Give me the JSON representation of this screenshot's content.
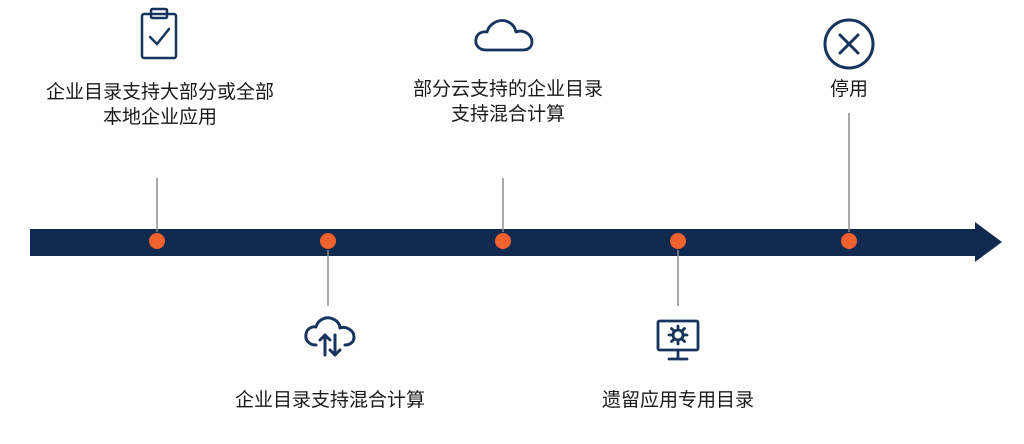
{
  "colors": {
    "timeline": "#0f2a4e",
    "milestone": "#f2622e",
    "connector": "#8c8c8c",
    "icon": "#17345e",
    "text": "#1a1a1a"
  },
  "milestones": [
    {
      "position": "top",
      "icon": "clipboard-check-icon",
      "line1": "企业目录支持大部分或全部",
      "line2": "本地企业应用"
    },
    {
      "position": "bottom",
      "icon": "cloud-sync-icon",
      "line1": "企业目录支持混合计算",
      "line2": ""
    },
    {
      "position": "top",
      "icon": "cloud-icon",
      "line1": "部分云支持的企业目录",
      "line2": "支持混合计算"
    },
    {
      "position": "bottom",
      "icon": "monitor-gear-icon",
      "line1": "遗留应用专用目录",
      "line2": ""
    },
    {
      "position": "top",
      "icon": "circle-x-icon",
      "line1": "停用",
      "line2": ""
    }
  ]
}
